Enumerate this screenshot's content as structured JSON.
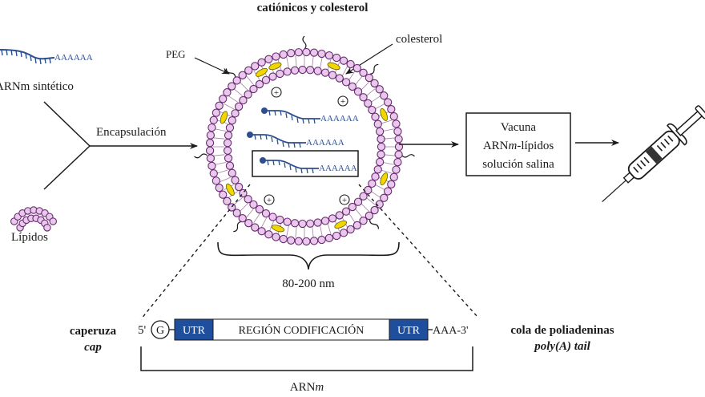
{
  "title_partial": "catiónicos y colesterol",
  "labels": {
    "peg": "PEG",
    "colesterol": "colesterol",
    "arnm_sintetico": "ARNm sintético",
    "encapsulacion": "Encapsulación",
    "lipidos": "Lípidos",
    "size": "80-200 nm",
    "poly_a": "AAAAAA",
    "charge": "+"
  },
  "vaccine_box": {
    "line1": "Vacuna",
    "line2_main": "ARN",
    "line2_italic": "m",
    "line2_rest": "-lípidos",
    "line3": "solución salina"
  },
  "mrna_structure": {
    "cap_label": "caperuza",
    "cap_label_en": "cap",
    "five_prime": "5'",
    "cap_nucleotide": "G",
    "segments": [
      {
        "label": "UTR",
        "type": "utr"
      },
      {
        "label": "REGIÓN CODIFICACIÓN",
        "type": "coding"
      },
      {
        "label": "UTR",
        "type": "utr"
      }
    ],
    "tail_text": "AAA-3'",
    "tail_label": "cola de poliadeninas",
    "tail_label_en": "poly(A) tail",
    "bracket_label_main": "ARN",
    "bracket_label_italic": "m"
  },
  "colors": {
    "utr_fill": "#1f4e9c",
    "rna_blue": "#2e4f8f",
    "lipid_fill": "#e8c8ec",
    "lipid_stroke": "#6a2a6e",
    "cholesterol": "#f2d600"
  }
}
